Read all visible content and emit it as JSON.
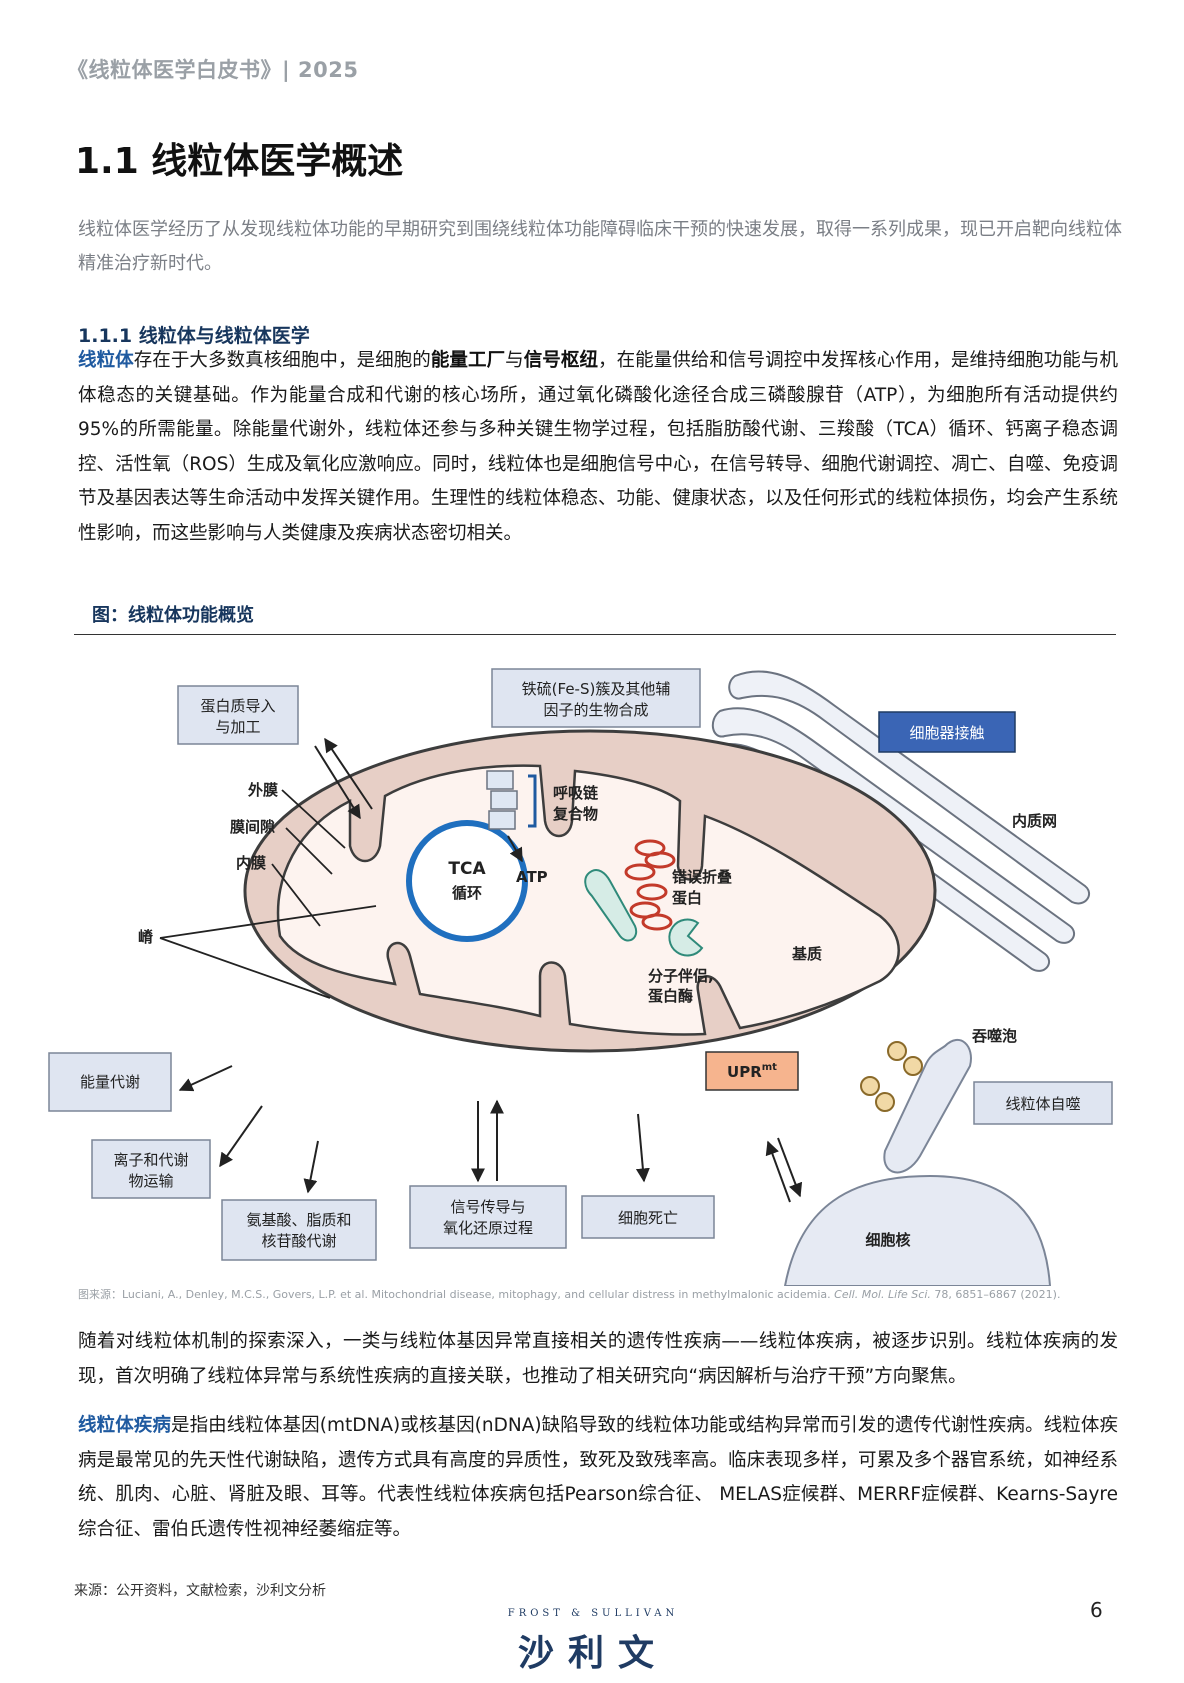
{
  "header": {
    "text": "《线粒体医学白皮书》| 2025"
  },
  "section_title": "1.1 线粒体医学概述",
  "intro_text": "线粒体医学经历了从发现线粒体功能的早期研究到围绕线粒体功能障碍临床干预的快速发展，取得一系列成果，现已开启靶向线粒体精准治疗新时代。",
  "subsection_title": "1.1.1 线粒体与线粒体医学",
  "para1": {
    "term": "线粒体",
    "t1": "存在于大多数真核细胞中，是细胞的",
    "bold1": "能量工厂",
    "t2": "与",
    "bold2": "信号枢纽",
    "t3": "，在能量供给和信号调控中发挥核心作用，是维持细胞功能与机体稳态的关键基础。作为能量合成和代谢的核心场所，通过氧化磷酸化途径合成三磷酸腺苷（ATP），为细胞所有活动提供约95%的所需能量。除能量代谢外，线粒体还参与多种关键生物学过程，包括脂肪酸代谢、三羧酸（TCA）循环、钙离子稳态调控、活性氧（ROS）生成及氧化应激响应。同时，线粒体也是细胞信号中心，在信号转导、细胞代谢调控、凋亡、自噬、免疫调节及基因表达等生命活动中发挥关键作用。生理性的线粒体稳态、功能、健康状态，以及任何形式的线粒体损伤，均会产生系统性影响，而这些影响与人类健康及疾病状态密切相关。"
  },
  "figure": {
    "title": "图：线粒体功能概览",
    "labels": {
      "protein_import_1": "蛋白质导入",
      "protein_import_2": "与加工",
      "fes_1": "铁硫(Fe-S)簇及其他辅",
      "fes_2": "因子的生物合成",
      "organelle_contact": "细胞器接触",
      "er": "内质网",
      "outer_membrane": "外膜",
      "intermembrane_space": "膜间隙",
      "inner_membrane": "内膜",
      "cristae": "嵴",
      "resp_chain_1": "呼吸链",
      "resp_chain_2": "复合物",
      "tca_1": "TCA",
      "tca_2": "循环",
      "atp": "ATP",
      "misfolded_1": "错误折叠",
      "misfolded_2": "蛋白",
      "matrix": "基质",
      "chaperone_1": "分子伴侣,",
      "chaperone_2": "蛋白酶",
      "upr": "UPR",
      "upr_sup": "mt",
      "phagophore": "吞噬泡",
      "mitophagy": "线粒体自噬",
      "energy_metabolism": "能量代谢",
      "ion_transport_1": "离子和代谢",
      "ion_transport_2": "物运输",
      "amino_1": "氨基酸、脂质和",
      "amino_2": "核苷酸代谢",
      "signal_1": "信号传导与",
      "signal_2": "氧化还原过程",
      "cell_death": "细胞死亡",
      "nucleus": "细胞核"
    },
    "source_prefix": "图来源：Luciani, A., Denley, M.C.S., Govers, L.P. et al. Mitochondrial disease, mitophagy, and cellular distress in methylmalonic acidemia.",
    "source_journal": "Cell. Mol. Life Sci.",
    "source_suffix": "78, 6851–6867 (2021).",
    "colors": {
      "outer": "#e7cfc6",
      "outline": "#3d3d3d",
      "matrix": "#fdf3ef",
      "tca_ring": "#1f6fbf",
      "box_fill": "#dfe5f1",
      "box_stroke": "#7b8597",
      "highlight_box": "#3a65b5",
      "upr_fill": "#f6b48e",
      "er_fill": "#eef1f7",
      "protein_red": "#c33a2a",
      "chaperone": "#2f8a7a"
    }
  },
  "para2": "随着对线粒体机制的探索深入，一类与线粒体基因异常直接相关的遗传性疾病——线粒体疾病，被逐步识别。线粒体疾病的发现，首次明确了线粒体异常与系统性疾病的直接关联，也推动了相关研究向“病因解析与治疗干预”方向聚焦。",
  "para3": {
    "term": "线粒体疾病",
    "text": "是指由线粒体基因(mtDNA)或核基因(nDNA)缺陷导致的线粒体功能或结构异常而引发的遗传代谢性疾病。线粒体疾病是最常见的先天性代谢缺陷，遗传方式具有高度的异质性，致死及致残率高。临床表现多样，可累及多个器官系统，如神经系统、肌肉、心脏、肾脏及眼、耳等。代表性线粒体疾病包括Pearson综合征、 MELAS症候群、MERRF症候群、Kearns-Sayre综合征、雷伯氏遗传性视神经萎缩症等。"
  },
  "footnote": "来源：公开资料，文献检索，沙利文分析",
  "page_number": "6",
  "logo": {
    "sub": "FROST & SULLIVAN",
    "main": "沙利文"
  }
}
